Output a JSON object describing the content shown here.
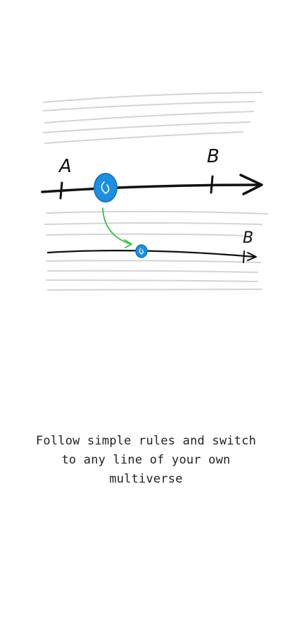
{
  "illustration": {
    "main_line": {
      "start_label": "A",
      "end_label": "B"
    },
    "branch_line": {
      "end_label": "B"
    },
    "colors": {
      "stroke": "#111111",
      "faint_lines": "#d4d4d4",
      "marker": "#1d8fe0",
      "switch_arrow": "#33c13a"
    }
  },
  "caption": {
    "line1": "Follow simple rules and switch",
    "line2": "to any line of your own",
    "line3": "multiverse"
  }
}
